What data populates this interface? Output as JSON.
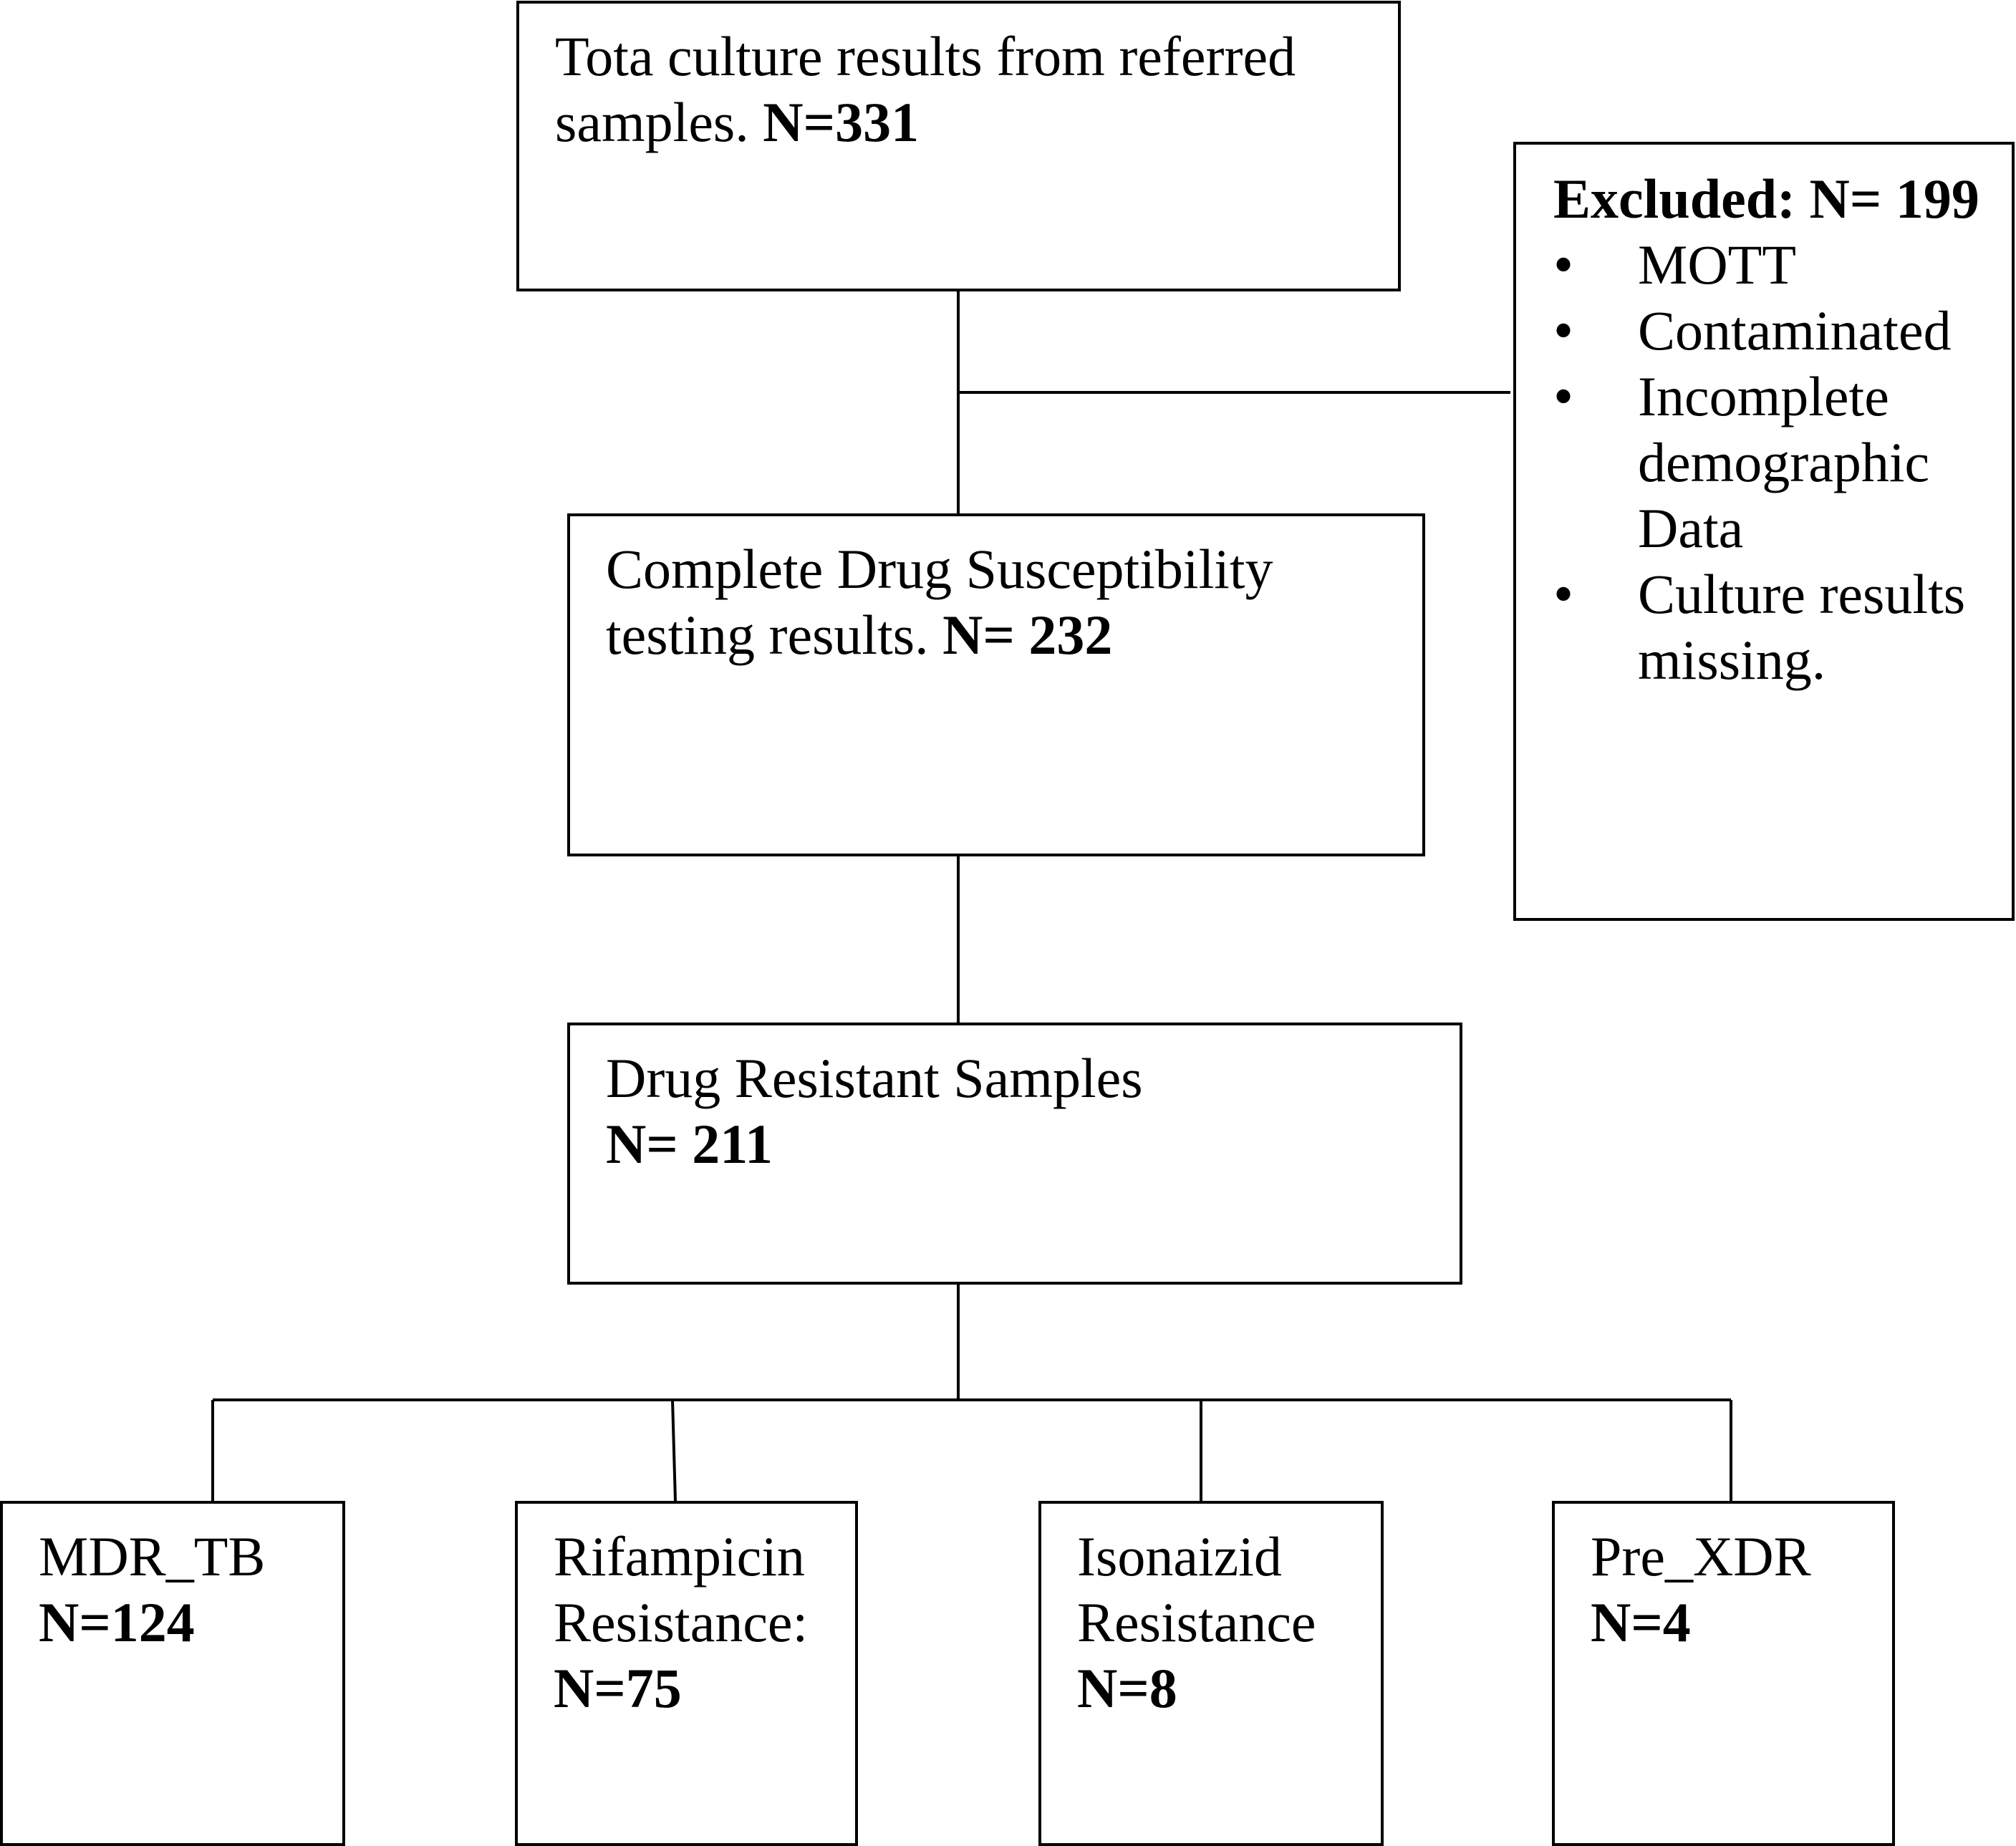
{
  "total": {
    "text": "Tota culture results from referred samples.",
    "n": "N=331"
  },
  "excluded": {
    "heading": "Excluded: N= 199",
    "reasons": [
      "MOTT",
      "Contaminated",
      "Incomplete demographic Data",
      "Culture results missing."
    ]
  },
  "dst": {
    "text": "Complete Drug Susceptibility testing results.",
    "n": "N= 232"
  },
  "resistant": {
    "text": "Drug Resistant Samples",
    "n": "N= 211"
  },
  "categories": [
    {
      "label": "MDR_TB",
      "n": "N=124"
    },
    {
      "label": "Rifampicin Resistance:",
      "n": "N=75"
    },
    {
      "label": "Isonaizid Resistance",
      "n": "N=8"
    },
    {
      "label": "Pre_XDR",
      "n": "N=4"
    }
  ]
}
